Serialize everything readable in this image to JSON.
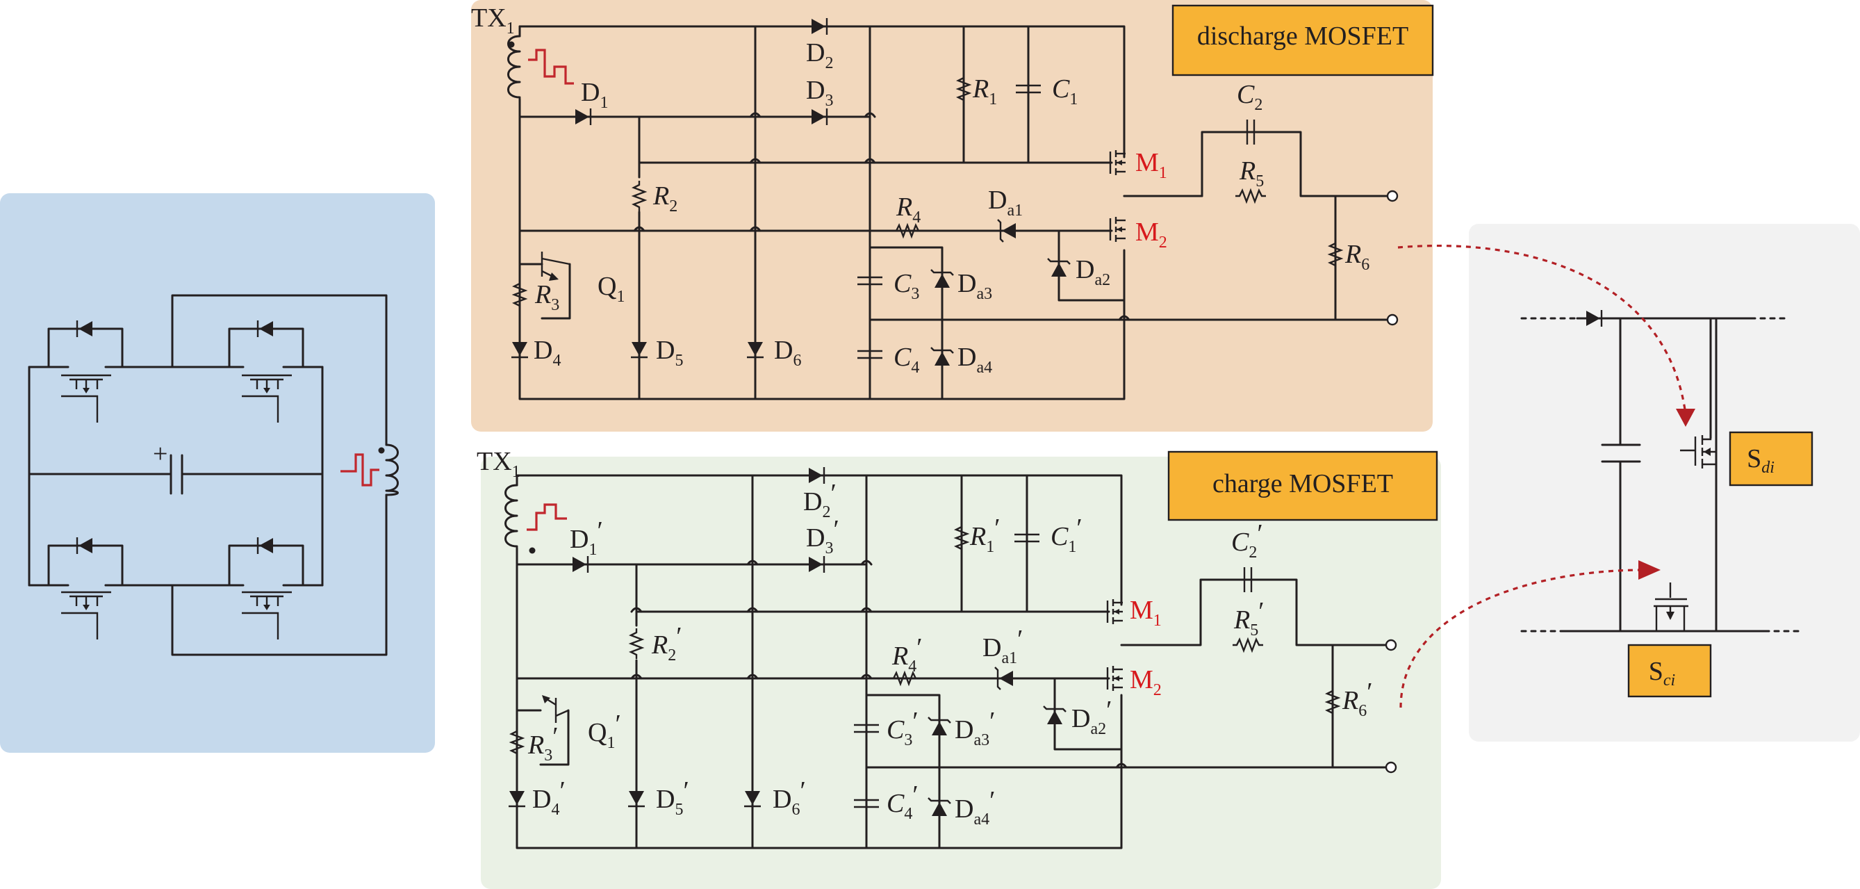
{
  "boxes": {
    "discharge": "discharge MOSFET",
    "charge": "charge MOSFET"
  },
  "right_panel": {
    "sd": {
      "base": "S",
      "sub": "di"
    },
    "sc": {
      "base": "S",
      "sub": "ci"
    }
  },
  "discharge": {
    "tx": {
      "base": "TX",
      "sub": "1"
    },
    "D1": {
      "base": "D",
      "sub": "1"
    },
    "D2": {
      "base": "D",
      "sub": "2"
    },
    "D3": {
      "base": "D",
      "sub": "3"
    },
    "D4": {
      "base": "D",
      "sub": "4"
    },
    "D5": {
      "base": "D",
      "sub": "5"
    },
    "D6": {
      "base": "D",
      "sub": "6"
    },
    "R1": {
      "base": "R",
      "sub": "1"
    },
    "C1": {
      "base": "C",
      "sub": "1"
    },
    "R2": {
      "base": "R",
      "sub": "2"
    },
    "R3": {
      "base": "R",
      "sub": "3"
    },
    "Q1": {
      "base": "Q",
      "sub": "1"
    },
    "R4": {
      "base": "R",
      "sub": "4"
    },
    "Da1": {
      "base": "D",
      "sub": "a1"
    },
    "Da2": {
      "base": "D",
      "sub": "a2"
    },
    "Da3": {
      "base": "D",
      "sub": "a3"
    },
    "Da4": {
      "base": "D",
      "sub": "a4"
    },
    "C3": {
      "base": "C",
      "sub": "3"
    },
    "C4": {
      "base": "C",
      "sub": "4"
    },
    "C2": {
      "base": "C",
      "sub": "2"
    },
    "R5": {
      "base": "R",
      "sub": "5"
    },
    "R6": {
      "base": "R",
      "sub": "6"
    },
    "M1": {
      "base": "M",
      "sub": "1"
    },
    "M2": {
      "base": "M",
      "sub": "2"
    }
  },
  "charge": {
    "tx": {
      "base": "TX",
      "sub": "1"
    },
    "D1": {
      "base": "D",
      "sub": "1",
      "prime": "′"
    },
    "D2": {
      "base": "D",
      "sub": "2",
      "prime": "′"
    },
    "D3": {
      "base": "D",
      "sub": "3",
      "prime": "′"
    },
    "D4": {
      "base": "D",
      "sub": "4",
      "prime": "′"
    },
    "D5": {
      "base": "D",
      "sub": "5",
      "prime": "′"
    },
    "D6": {
      "base": "D",
      "sub": "6",
      "prime": "′"
    },
    "R1": {
      "base": "R",
      "sub": "1",
      "prime": "′"
    },
    "C1": {
      "base": "C",
      "sub": "1",
      "prime": "′"
    },
    "R2": {
      "base": "R",
      "sub": "2",
      "prime": "′"
    },
    "R3": {
      "base": "R",
      "sub": "3",
      "prime": "′"
    },
    "Q1": {
      "base": "Q",
      "sub": "1",
      "prime": "′"
    },
    "R4": {
      "base": "R",
      "sub": "4",
      "prime": "′"
    },
    "Da1": {
      "base": "D",
      "sub": "a1",
      "prime": "′"
    },
    "Da2": {
      "base": "D",
      "sub": "a2",
      "prime": "′"
    },
    "Da3": {
      "base": "D",
      "sub": "a3",
      "prime": "′"
    },
    "Da4": {
      "base": "D",
      "sub": "a4",
      "prime": "′"
    },
    "C3": {
      "base": "C",
      "sub": "3",
      "prime": "′"
    },
    "C4": {
      "base": "C",
      "sub": "4",
      "prime": "′"
    },
    "C2": {
      "base": "C",
      "sub": "2",
      "prime": "′"
    },
    "R5": {
      "base": "R",
      "sub": "5",
      "prime": "′"
    },
    "R6": {
      "base": "R",
      "sub": "6",
      "prime": "′"
    },
    "M1": {
      "base": "M",
      "sub": "1"
    },
    "M2": {
      "base": "M",
      "sub": "2"
    }
  },
  "colors": {
    "bridge_panel": "#c5d9ec",
    "discharge_panel": "#f2d8bd",
    "charge_panel": "#eaf1e5",
    "right_panel": "#f2f2f2",
    "label_box": "#f7b335",
    "accent_red": "#c1272d",
    "line": "#231f20"
  },
  "icons": {
    "plus": "+",
    "dot": "winding-dot-icon"
  }
}
